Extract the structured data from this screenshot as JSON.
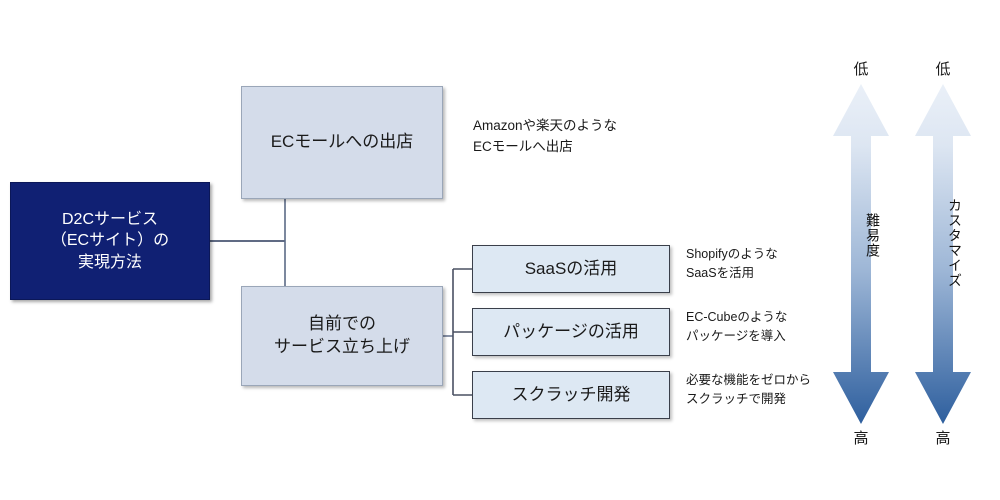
{
  "diagram": {
    "title_node": {
      "label": "D2Cサービス\n（ECサイト）の\n実現方法",
      "color": "#102073"
    },
    "branches": [
      {
        "name": "ec-mall",
        "label": "ECモールへの出店",
        "annotation": "Amazonや楽天のような\nECモールへ出店",
        "color": "#d4dcea"
      },
      {
        "name": "in-house",
        "label": "自前での\nサービス立ち上げ",
        "annotation": "",
        "color": "#d4dcea"
      }
    ],
    "leaves": [
      {
        "name": "saas",
        "label": "SaaSの活用",
        "annotation": "Shopifyのような\nSaaSを活用",
        "color": "#dde8f3"
      },
      {
        "name": "package",
        "label": "パッケージの活用",
        "annotation": "EC-Cubeのような\nパッケージを導入",
        "color": "#dde8f3"
      },
      {
        "name": "scratch",
        "label": "スクラッチ開発",
        "annotation": "必要な機能をゼロから\nスクラッチで開発",
        "color": "#dde8f3"
      }
    ],
    "axes": [
      {
        "name": "difficulty",
        "label": "難易度",
        "top_label": "低",
        "bottom_label": "高",
        "gradient_from": "#e8eef7",
        "gradient_to": "#2e5f9e"
      },
      {
        "name": "customize",
        "label": "カスタマイズ",
        "top_label": "低",
        "bottom_label": "高",
        "gradient_from": "#e8eef7",
        "gradient_to": "#2e5f9e"
      }
    ]
  }
}
